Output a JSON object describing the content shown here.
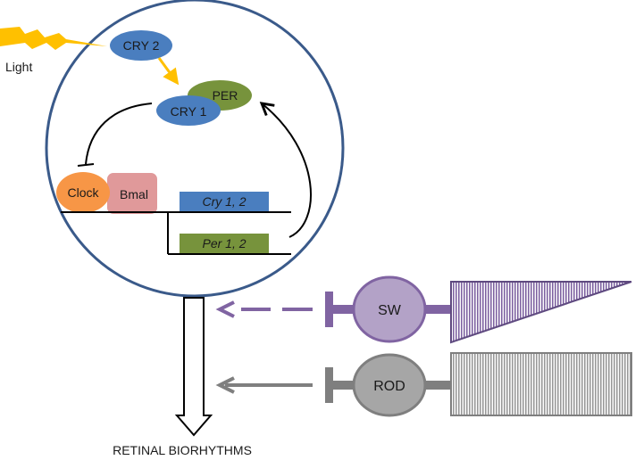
{
  "light_label": "Light",
  "cry2_label": "CRY 2",
  "per_label": "PER",
  "cry1_label": "CRY 1",
  "clock_label": "Clock",
  "bmal_label": "Bmal",
  "cry_gene_label": "Cry 1, 2",
  "per_gene_label": "Per 1, 2",
  "sw_label": "SW",
  "rod_label": "ROD",
  "output_label": "RETINAL BIORHYTHMS",
  "colors": {
    "circle_stroke": "#3a5a8a",
    "light_bolt": "#ffc000",
    "cry_blue": "#4a7ebf",
    "per_green": "#77933c",
    "clock_orange": "#f79646",
    "bmal_pink": "#e0999a",
    "sw_purple": "#8064a2",
    "sw_fill": "#b3a2c7",
    "rod_gray": "#7f7f7f",
    "rod_fill": "#a6a6a6"
  }
}
